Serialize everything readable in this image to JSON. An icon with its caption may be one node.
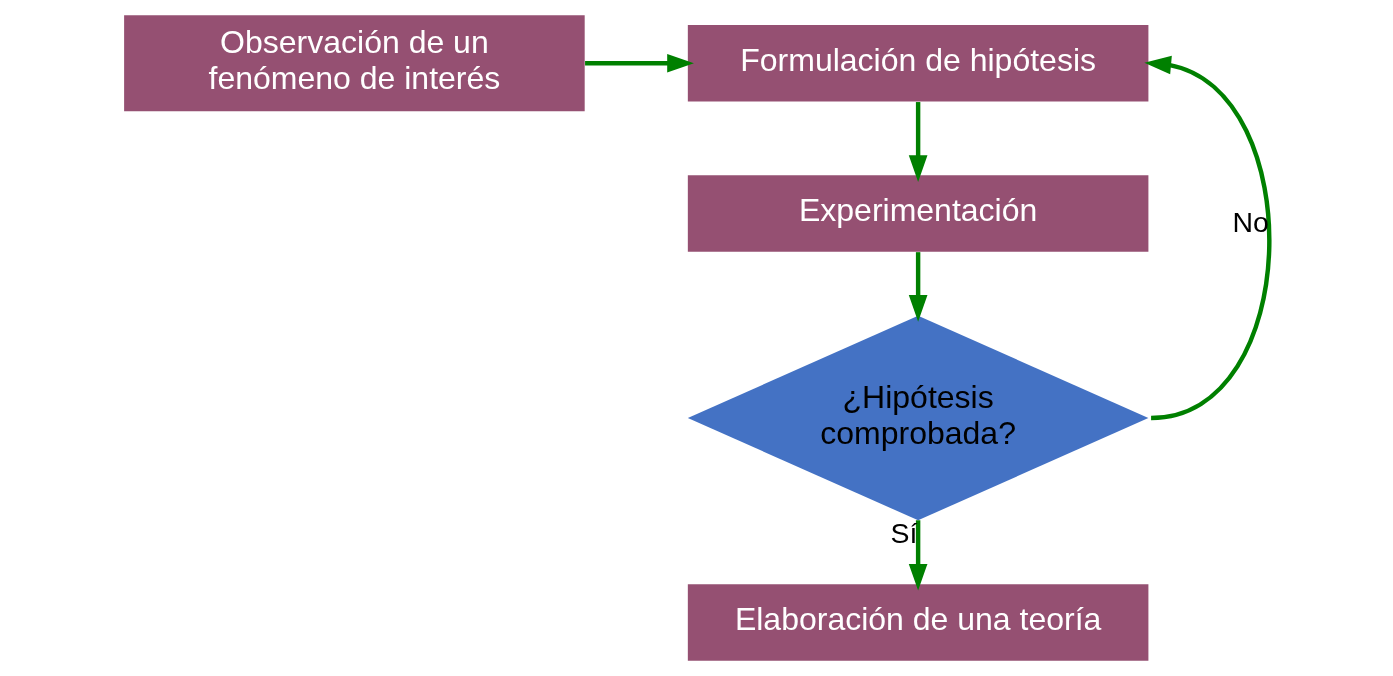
{
  "diagram": {
    "nodes": [
      {
        "text": [
          "Observación de un fenómeno de interés"
        ]
      },
      {
        "text": [
          "Formulación de hipótesis"
        ]
      },
      {
        "text": [
          "Experimentación"
        ]
      },
      {
        "text": [
          "¿Hipótesis comprobada?"
        ]
      },
      {
        "text": [
          "Elaboración de una teoría"
        ]
      }
    ],
    "edges": [
      {
        "from": 0,
        "to": 1,
        "arrow": "to"
      },
      {
        "from": 1,
        "to": 2,
        "arrow": "to"
      },
      {
        "from": 2,
        "to": 3,
        "arrow": "to"
      },
      {
        "from": 3,
        "to": 1,
        "arrow": "to",
        "label": "No"
      },
      {
        "from": 3,
        "to": 4,
        "arrow": "to",
        "label": "Sí"
      }
    ]
  }
}
